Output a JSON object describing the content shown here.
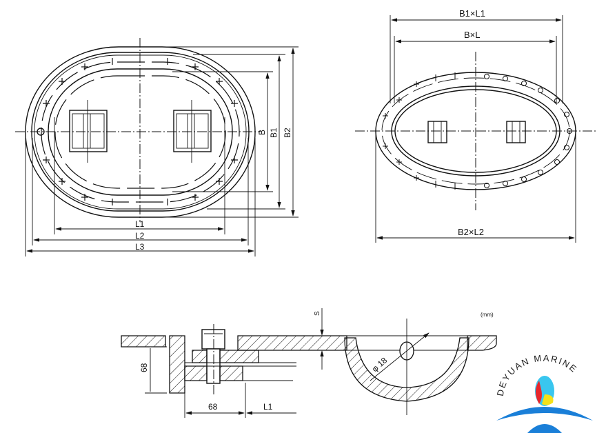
{
  "top_left_view": {
    "dim_labels": {
      "B": "B",
      "B1": "B1",
      "B2": "B2",
      "L1": "L1",
      "L2": "L2",
      "L3": "L3"
    }
  },
  "top_right_view": {
    "dim_labels": {
      "top": "B1×L1",
      "inner": "B×L",
      "bottom": "B2×L2"
    }
  },
  "section_view": {
    "unit": "(mm)",
    "thickness_label": "S",
    "height_label": "68",
    "width_label": "68",
    "length_label": "L1",
    "hole_label": "φ 18"
  },
  "logo": {
    "text": "DEYUAN MARINE",
    "colors": {
      "red": "#e8262b",
      "yellow": "#f5e11a",
      "blue": "#1a7fd8",
      "cyan": "#39c6ef"
    }
  }
}
